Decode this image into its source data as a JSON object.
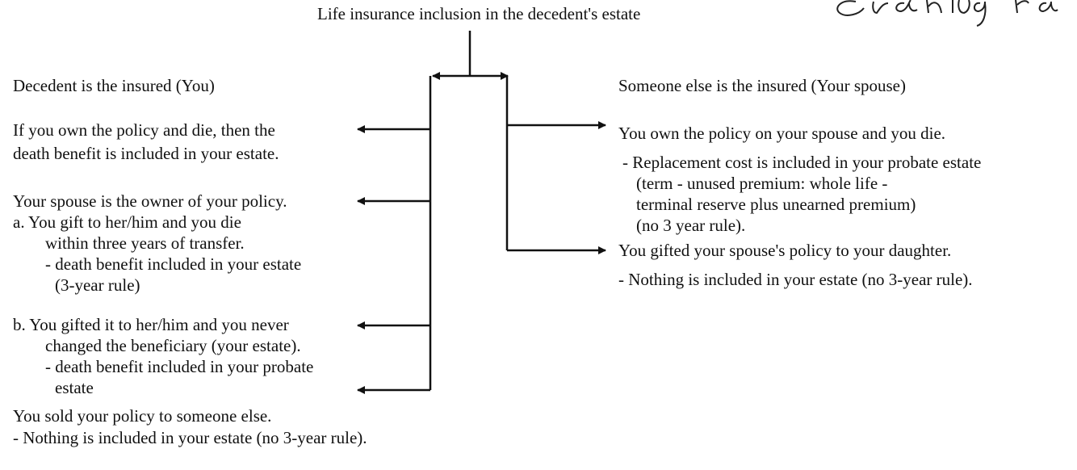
{
  "title": "Life insurance inclusion in the decedent's estate",
  "left": {
    "heading": "Decedent is the insured (You)",
    "case_own": [
      "If you own the policy and die, then the",
      "death benefit is included in your estate."
    ],
    "case_spouse_owner": "Your spouse is the owner of your policy.",
    "case_a": [
      "a.  You gift to her/him and you die",
      "within three years of transfer.",
      "- death benefit included in your estate",
      "(3-year rule)"
    ],
    "case_b": [
      "b.  You gifted it to her/him and you never",
      "changed the beneficiary (your estate).",
      "- death benefit included in your probate",
      "estate"
    ],
    "case_sold": [
      "You sold your policy to someone else.",
      "- Nothing is included in your estate (no 3-year rule)."
    ]
  },
  "right": {
    "heading": "Someone else is the insured (Your spouse)",
    "case_own_spouse": [
      "You own the policy on your spouse and you die.",
      "- Replacement cost is included in your probate estate",
      "(term - unused premium:   whole life -",
      "terminal  reserve plus unearned premium)",
      "(no 3 year rule)."
    ],
    "case_gift_daughter": [
      "You gifted your spouse's policy to your daughter.",
      "- Nothing is included in your estate  (no 3-year rule)."
    ]
  },
  "colors": {
    "ink": "#111111",
    "background": "#ffffff"
  }
}
